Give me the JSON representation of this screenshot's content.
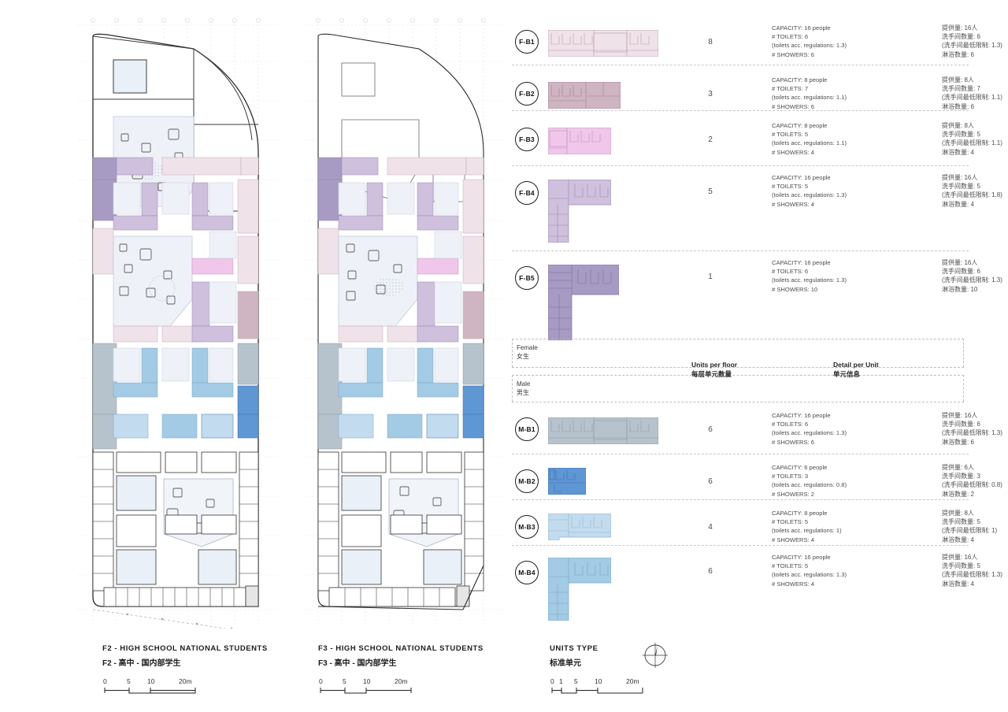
{
  "plans": [
    {
      "id": "f2",
      "caption_en": "F2 - HIGH SCHOOL  NATIONAL STUDENTS",
      "caption_cn": "F2 - 高中 - 国内部学生",
      "scale": {
        "t0": "0",
        "t1": "5",
        "t2": "10",
        "t3": "20m"
      }
    },
    {
      "id": "f3",
      "caption_en": "F3 - HIGH SCHOOL  NATIONAL STUDENTS",
      "caption_cn": "F3 - 高中 - 国内部学生",
      "scale": {
        "t0": "0",
        "t1": "5",
        "t2": "10",
        "t3": "20m"
      }
    }
  ],
  "legend": {
    "caption_en": "UNITS TYPE",
    "caption_cn": "标准单元",
    "scale": {
      "t0": "0",
      "t1": "1",
      "t2": "5",
      "t3": "10",
      "t4": "20m"
    },
    "columns": {
      "units_per_floor_en": "Units per floor",
      "units_per_floor_cn": "每层单元数量",
      "detail_en": "Detail per Unit",
      "detail_cn": "单元信息"
    },
    "groups": {
      "female_en": "Female",
      "female_cn": "女生",
      "male_en": "Male",
      "male_cn": "男生"
    },
    "rows": [
      {
        "code": "F-B1",
        "count": "8",
        "color": "#f0e2e9",
        "stroke": "#b99cab",
        "shape": "bar",
        "w": 140,
        "h": 34,
        "en": [
          "CAPACITY: 16 people",
          "# TOILETS: 6",
          "(toilets acc. regulations: 1.3)",
          "# SHOWERS: 6"
        ],
        "cn": [
          "提供量:  16人",
          "洗手间数量: 6",
          "(洗手间最低限制:  1.3)",
          "淋浴数量: 6"
        ]
      },
      {
        "code": "F-B2",
        "count": "3",
        "color": "#cfb4c2",
        "stroke": "#9f8192",
        "shape": "bar",
        "w": 92,
        "h": 34,
        "en": [
          "CAPACITY: 8 people",
          "# TOILETS: 7",
          "(toilets acc. regulations: 1.1)",
          "# SHOWERS: 6"
        ],
        "cn": [
          "提供量:  8人",
          "洗手间数量: 7",
          "(洗手间最低限制:  1.1)",
          "淋浴数量: 6"
        ]
      },
      {
        "code": "F-B3",
        "count": "2",
        "color": "#f0c6ea",
        "stroke": "#c192bd",
        "shape": "bar",
        "w": 80,
        "h": 34,
        "en": [
          "CAPACITY: 8 people",
          "# TOILETS: 5",
          "(toilets acc. regulations: 1.1)",
          "# SHOWERS: 4"
        ],
        "cn": [
          "提供量:  8人",
          "洗手间数量: 5",
          "(洗手间最低限制:  1.1)",
          "淋浴数量: 4"
        ]
      },
      {
        "code": "F-B4",
        "count": "5",
        "color": "#cfc0dd",
        "stroke": "#9e8cb2",
        "shape": "ell",
        "w": 76,
        "h": 76,
        "en": [
          "CAPACITY: 16 people",
          "# TOILETS: 5",
          "(toilets acc. regulations: 1.3)",
          "# SHOWERS: 4"
        ],
        "cn": [
          "提供量:  16人",
          "洗手间数量: 5",
          "(洗手间最低限制:  1.8)",
          "淋浴数量: 4"
        ]
      },
      {
        "code": "F-B5",
        "count": "1",
        "color": "#a79bc4",
        "stroke": "#7f72a0",
        "shape": "ell",
        "w": 86,
        "h": 92,
        "en": [
          "CAPACITY: 16 people",
          "# TOILETS: 6",
          "(toilets acc. regulations: 1.3)",
          "# SHOWERS: 10"
        ],
        "cn": [
          "提供量:  16人",
          "洗手间数量: 6",
          "(洗手间最低限制:  1.3)",
          "淋浴数量: 10"
        ]
      },
      {
        "code": "M-B1",
        "count": "6",
        "color": "#b7c3cc",
        "stroke": "#8b9aa5",
        "shape": "bar",
        "w": 140,
        "h": 34,
        "en": [
          "CAPACITY: 16 people",
          "# TOILETS: 6",
          "(toilets acc. regulations: 1.3)",
          "# SHOWERS: 6"
        ],
        "cn": [
          "提供量:  16人",
          "洗手间数量: 6",
          "(洗手间最低限制:  1.3)",
          "淋浴数量: 6"
        ]
      },
      {
        "code": "M-B2",
        "count": "6",
        "color": "#5f96d4",
        "stroke": "#3d6ea8",
        "shape": "bar",
        "w": 48,
        "h": 34,
        "en": [
          "CAPACITY: 6 people",
          "# TOILETS: 3",
          "(toilets acc. regulations: 0.8)",
          "# SHOWERS: 2"
        ],
        "cn": [
          "提供量:  6人",
          "洗手间数量: 3",
          "(洗手间最低限制:  0.8)",
          "淋浴数量: 2"
        ]
      },
      {
        "code": "M-B3",
        "count": "4",
        "color": "#c3dbee",
        "stroke": "#93b4cc",
        "shape": "bar",
        "w": 80,
        "h": 34,
        "en": [
          "CAPACITY: 8 people",
          "# TOILETS: 5",
          "(toilets acc. regulations: 1)",
          "# SHOWERS: 4"
        ],
        "cn": [
          "提供量:  8人",
          "洗手间数量: 5",
          "(洗手间最低限制:  1)",
          "淋浴数量: 4"
        ]
      },
      {
        "code": "M-B4",
        "count": "6",
        "color": "#a4cbe5",
        "stroke": "#78a3c2",
        "shape": "ell",
        "w": 76,
        "h": 76,
        "en": [
          "CAPACITY: 16 people",
          "# TOILETS: 5",
          "(toilets acc. regulations: 1.3)",
          "# SHOWERS: 4"
        ],
        "cn": [
          "提供量:  16人",
          "洗手间数量: 5",
          "(洗手间最低限制:  1.3)",
          "淋浴数量: 4"
        ]
      }
    ]
  }
}
